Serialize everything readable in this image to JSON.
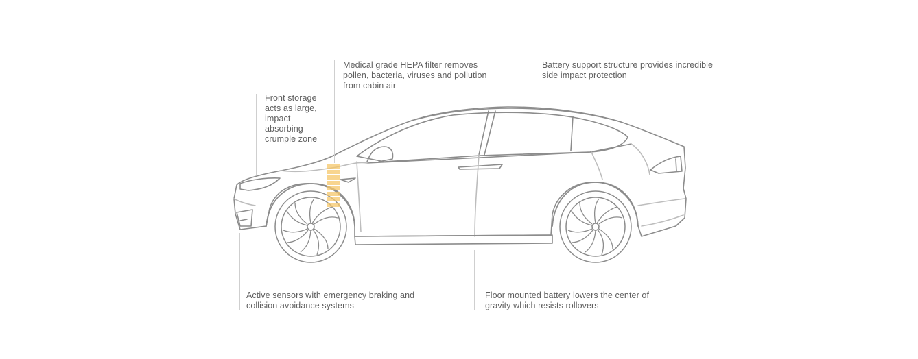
{
  "callouts": {
    "front_storage": {
      "lines": [
        "Front storage",
        "acts as large,",
        "impact",
        "absorbing",
        "crumple zone"
      ]
    },
    "hepa_filter": {
      "lines": [
        "Medical grade HEPA filter removes",
        "pollen, bacteria, viruses and pollution",
        "from cabin air"
      ]
    },
    "battery_support": {
      "lines": [
        "Battery support structure provides incredible",
        "side impact protection"
      ]
    },
    "active_sensors": {
      "lines": [
        "Active sensors with emergency braking and",
        "collision avoidance systems"
      ]
    },
    "floor_battery": {
      "lines": [
        "Floor mounted battery lowers the center of",
        "gravity which resists rollovers"
      ]
    }
  },
  "colors": {
    "outline": "#8c8c8c",
    "outline_light": "#bdbdbd",
    "text": "#5f5f5f",
    "leader": "#cfcfcf",
    "crumple_zone": "#f6c76a"
  },
  "icons": {
    "vehicle": "suv-side-profile-line-drawing"
  }
}
